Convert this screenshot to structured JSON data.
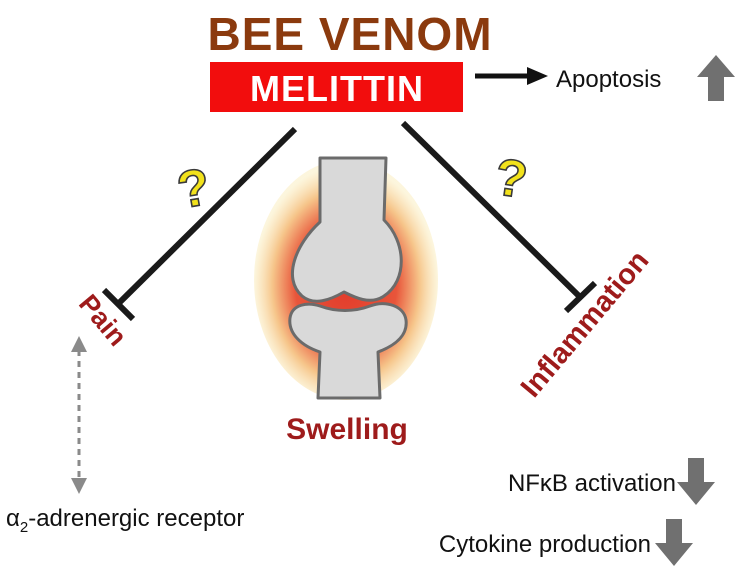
{
  "title": "BEE VENOM",
  "subtitle": "MELITTIN",
  "apoptosis": {
    "label": "Apoptosis",
    "direction": "up"
  },
  "question_mark": "?",
  "labels": {
    "pain": "Pain",
    "inflammation": "Inflammation",
    "swelling": "Swelling"
  },
  "receptor": {
    "alpha": "α",
    "subscript": "2",
    "rest": "-adrenergic receptor"
  },
  "effects": [
    {
      "label": "NFκB activation",
      "direction": "down"
    },
    {
      "label": "Cytokine production",
      "direction": "down"
    }
  ],
  "colors": {
    "title": "#8B3A0E",
    "subtitle_bg": "#F20D0D",
    "subtitle_text": "#ffffff",
    "label_red": "#9E1B1B",
    "question": "#F2E21B",
    "arrow_gray": "#707070",
    "bone": "#D9D9D9",
    "bone_stroke": "#6b6b6b",
    "glow_inner": "#E23A2A",
    "glow_outer": "#FBE7A8"
  },
  "icons": [
    "up-arrow-icon",
    "down-arrow-icon",
    "question-mark-icon",
    "knee-joint-icon"
  ]
}
